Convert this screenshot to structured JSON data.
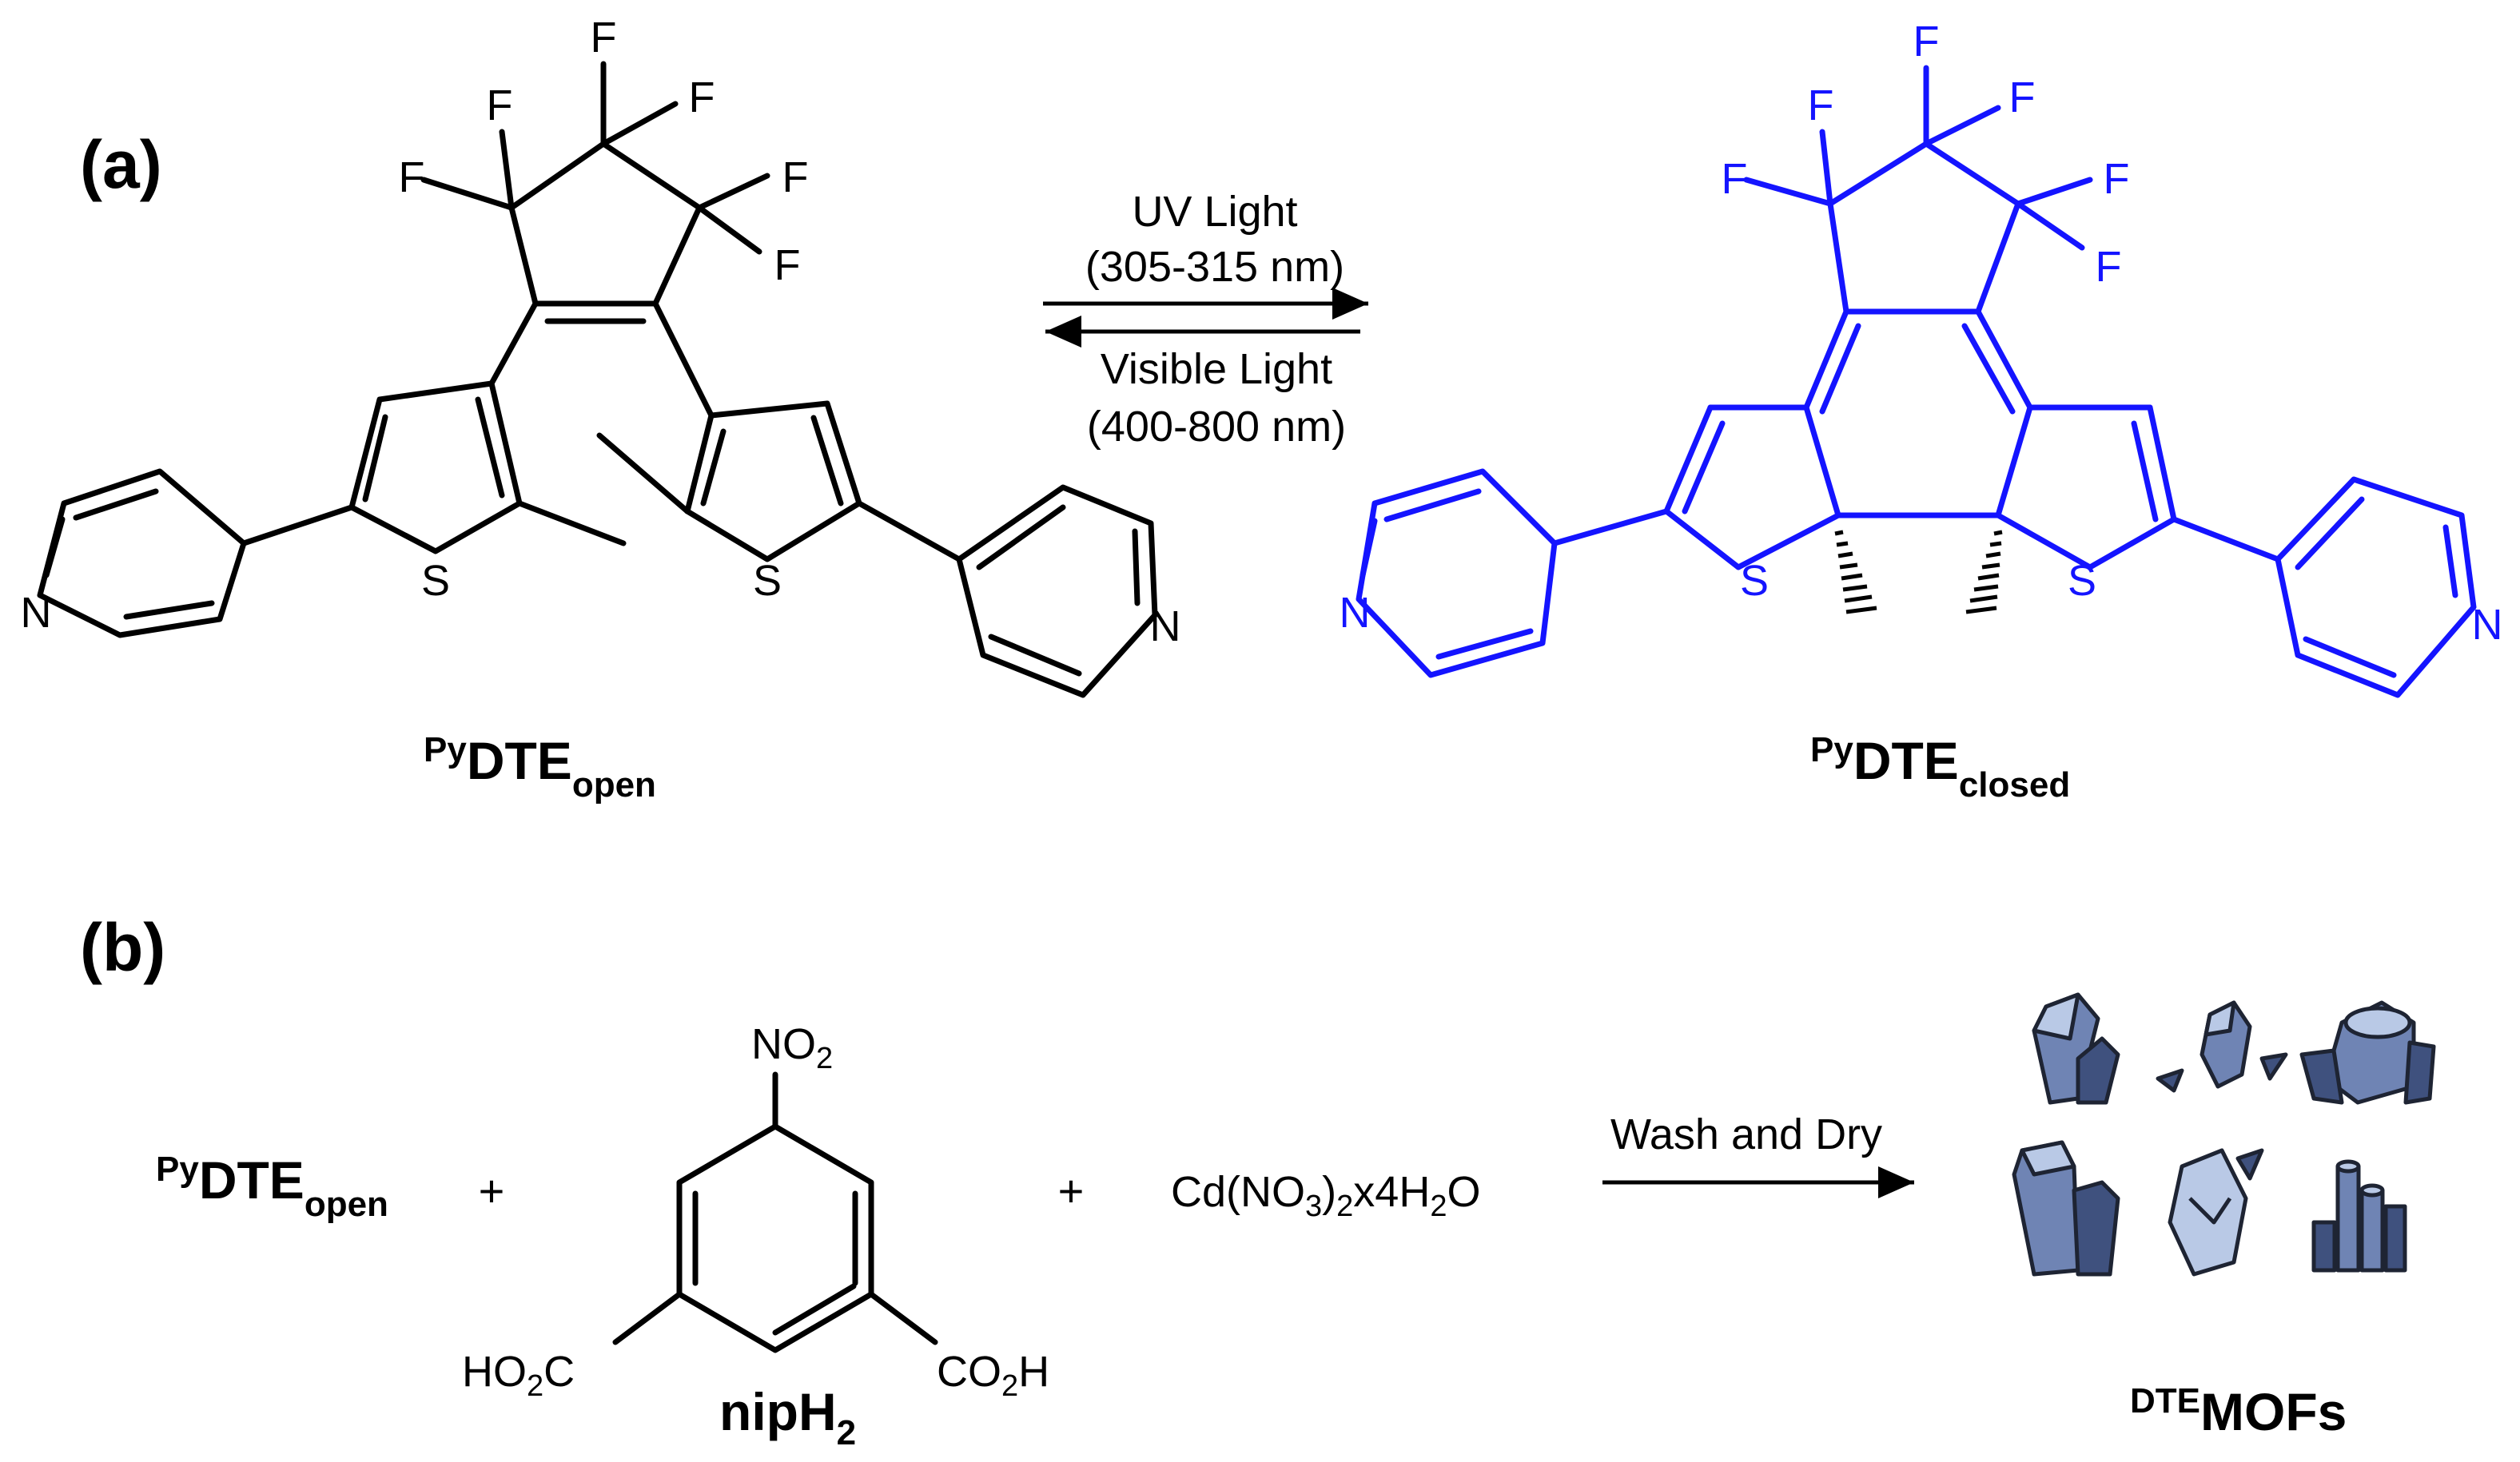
{
  "panels": {
    "a": "(a)",
    "b": "(b)"
  },
  "atoms": {
    "fluorine": "F",
    "sulfur": "S",
    "nitrogen": "N"
  },
  "conditions": {
    "forward_line1": "UV Light",
    "forward_line2": "(305-315 nm)",
    "reverse_line1": "Visible Light",
    "reverse_line2": "(400-800 nm)"
  },
  "compounds": {
    "open": {
      "prefix": "Py",
      "main": "DTE",
      "sub": "open"
    },
    "closed": {
      "prefix": "Py",
      "main": "DTE",
      "sub": "closed"
    },
    "nip": {
      "main": "nipH",
      "sub": "2"
    },
    "mofs": {
      "prefix": "DTE",
      "main": "MOFs"
    }
  },
  "reaction_b": {
    "plus": "+",
    "nitro": {
      "a": "NO",
      "b": "2"
    },
    "acid_left": {
      "a": "HO",
      "b": "2",
      "c": "C"
    },
    "acid_right": {
      "a": "CO",
      "b": "2",
      "c": "H"
    },
    "cadmium": {
      "a": "Cd(NO",
      "b": "3",
      "c": ")",
      "d": "2",
      "e": "x4H",
      "f": "2",
      "g": "O"
    },
    "arrow_label": "Wash and Dry"
  },
  "colors": {
    "open_structure": "#000000",
    "closed_structure": "#1414ff",
    "crystal_fill": "#6f84b4",
    "crystal_light": "#b9c9e6",
    "crystal_dark": "#3f517e"
  }
}
